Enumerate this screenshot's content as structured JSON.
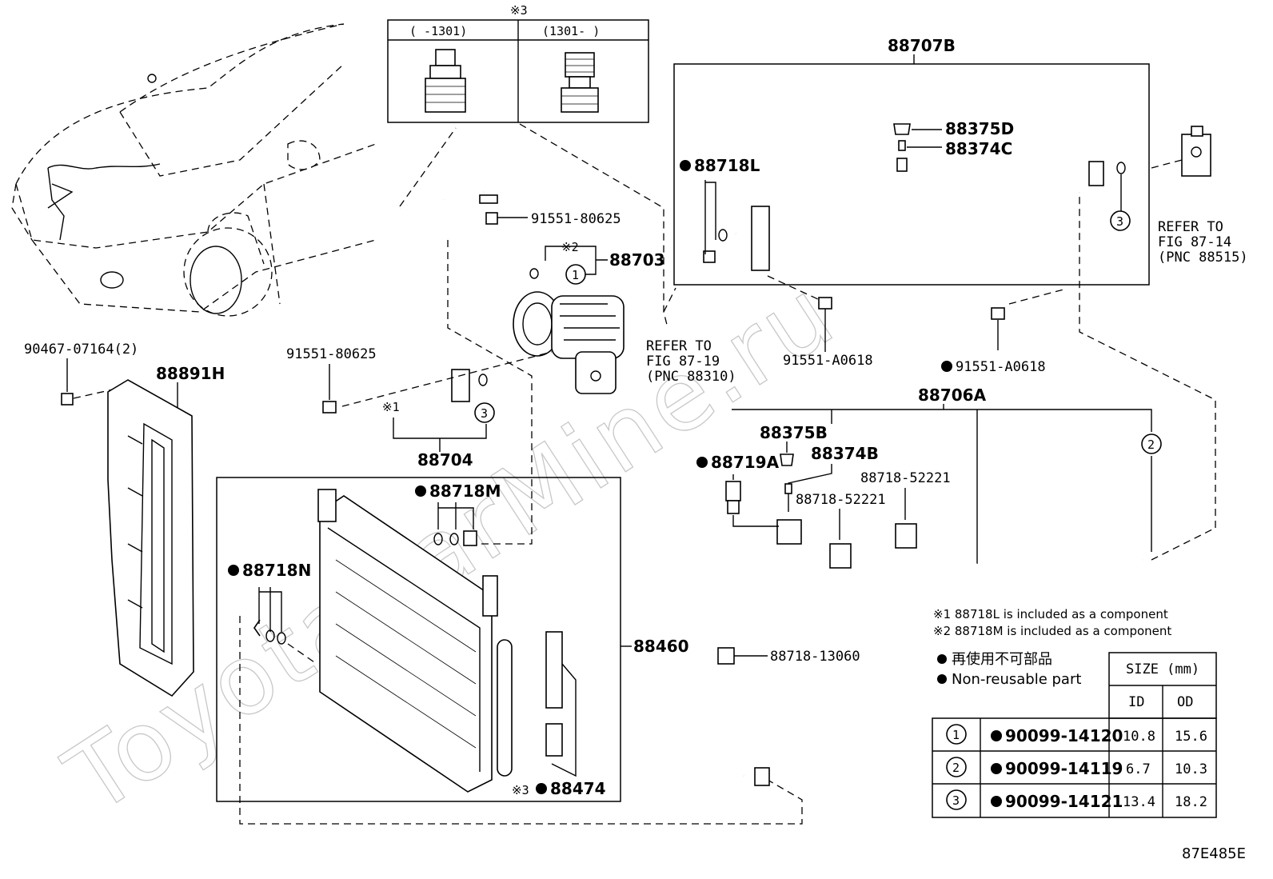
{
  "watermark": "ToyotaCarMine.ru",
  "figure_code": "87E485E",
  "versions": {
    "mark": "※3",
    "early": "(      -1301)",
    "late": "(1301-      )"
  },
  "labels": {
    "p88707B": "88707B",
    "p88375D": "88375D",
    "p88374C": "88374C",
    "p88718L": "88718L",
    "ref_87_14_l1": "REFER TO",
    "ref_87_14_l2": "FIG 87-14",
    "ref_87_14_l3": "(PNC 88515)",
    "p91551_80625_top": "91551-80625",
    "mark2": "※2",
    "p88703": "88703",
    "ref_87_19_l1": "REFER TO",
    "ref_87_19_l2": "FIG 87-19",
    "ref_87_19_l3": "(PNC 88310)",
    "p91551_A0618_a": "91551-A0618",
    "p91551_A0618_b": "91551-A0618",
    "p88706A": "88706A",
    "p90467": "90467-07164(2)",
    "p88891H": "88891H",
    "p91551_80625_left": "91551-80625",
    "mark1": "※1",
    "p88704": "88704",
    "p88375B": "88375B",
    "p88719A": "88719A",
    "p88374B": "88374B",
    "p88718_52221_a": "88718-52221",
    "p88718_52221_b": "88718-52221",
    "p88718M": "88718M",
    "p88718N": "88718N",
    "p88460": "88460",
    "p88718_13060": "88718-13060",
    "mark3": "※3",
    "p88474": "88474"
  },
  "notes": {
    "note1": "※1 88718L is included as a component",
    "note2": "※2 88718M is included as a component",
    "legend_jp": "再使用不可部品",
    "legend_en": "Non-reusable part"
  },
  "size_table": {
    "header": "SIZE (mm)",
    "col_id": "ID",
    "col_od": "OD",
    "rows": [
      {
        "circle": "1",
        "part": "90099-14120",
        "id": "10.8",
        "od": "15.6"
      },
      {
        "circle": "2",
        "part": "90099-14119",
        "id": "6.7",
        "od": "10.3"
      },
      {
        "circle": "3",
        "part": "90099-14121",
        "id": "13.4",
        "od": "18.2"
      }
    ]
  },
  "circles": {
    "c1": "1",
    "c2": "2",
    "c3": "3"
  }
}
